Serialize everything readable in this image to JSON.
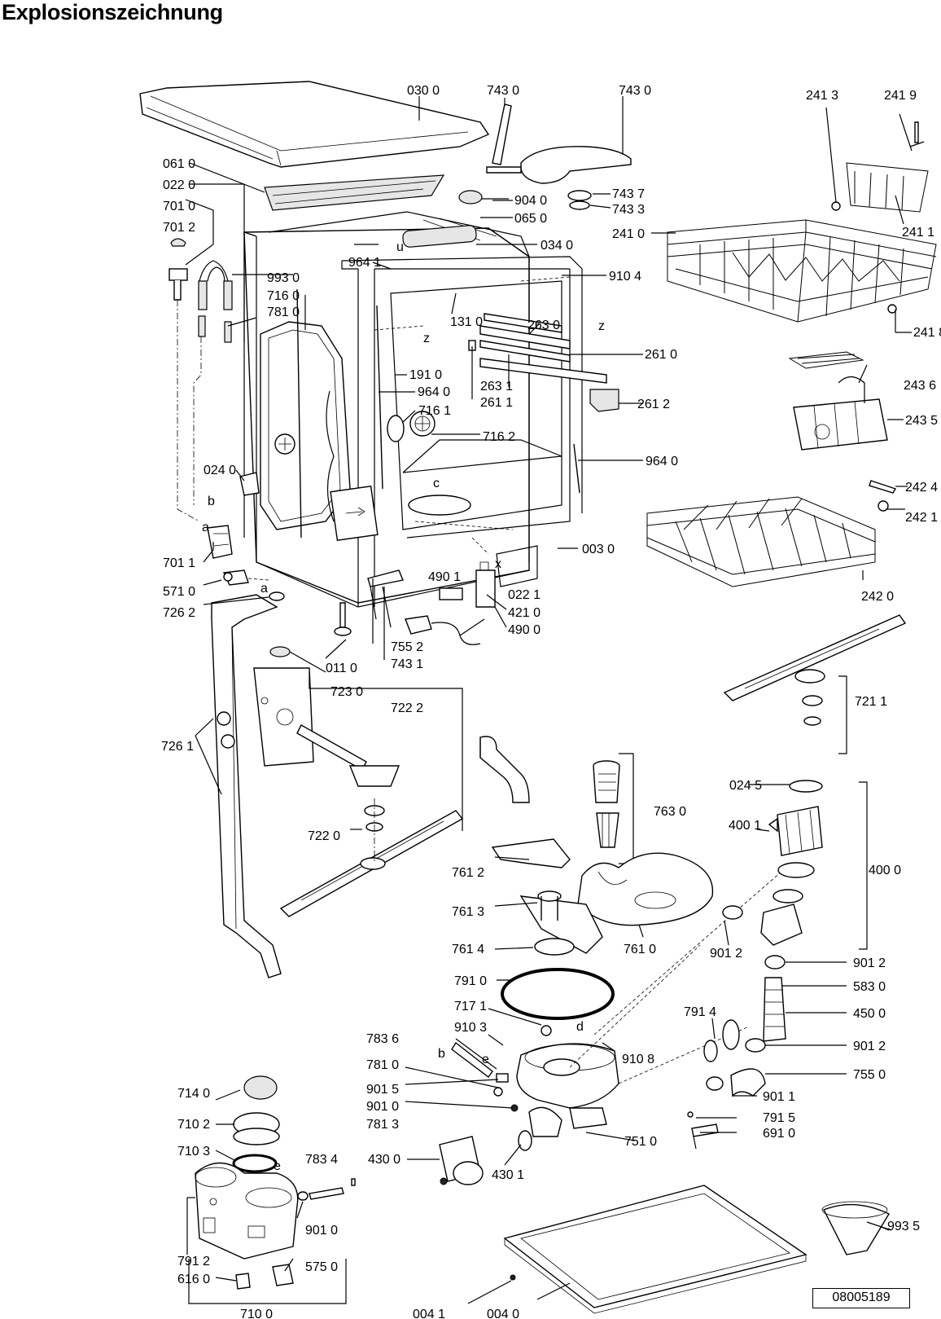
{
  "title": "Explosionszeichnung",
  "doc_number": "08005189",
  "labels": {
    "p0300": "030 0",
    "p7430a": "743 0",
    "p7430b": "743 0",
    "p2413": "241 3",
    "p2419": "241 9",
    "p0610": "061 0",
    "p0220": "022 0",
    "p7010": "701 0",
    "p7012": "701 2",
    "p9040": "904 0",
    "p0650": "065 0",
    "p7437": "743 7",
    "p7433": "743 3",
    "p2410": "241 0",
    "p2411": "241 1",
    "p2418": "241 8",
    "p0340": "034 0",
    "p9641": "964 1",
    "p9104": "910 4",
    "p9930": "993 0",
    "p7160": "716 0",
    "p7810a": "781 0",
    "p1310": "131 0",
    "p2630": "263 0",
    "p2610": "261 0",
    "p1910": "191 0",
    "p9640a": "964 0",
    "p2631": "263 1",
    "p2611": "261 1",
    "p2612": "261 2",
    "p2436": "243 6",
    "p2435": "243 5",
    "p7161": "716 1",
    "p7162": "716 2",
    "p9640b": "964 0",
    "p0240": "024 0",
    "p2424": "242 4",
    "p2421": "242 1",
    "p7011": "701 1",
    "p0030": "003 0",
    "p5710": "571 0",
    "p4901": "490 1",
    "p0221": "022 1",
    "p2420": "242 0",
    "p7262": "726 2",
    "p4210": "421 0",
    "p4900": "490 0",
    "p7552": "755 2",
    "p7431": "743 1",
    "p0110": "011 0",
    "p7230": "723 0",
    "p7222": "722 2",
    "p7211": "721 1",
    "p7261": "726 1",
    "p7630": "763 0",
    "p0245": "024 5",
    "p4001": "400 1",
    "p7220": "722 0",
    "p4000": "400 0",
    "p7612": "761 2",
    "p7613": "761 3",
    "p7614": "761 4",
    "p7610": "761 0",
    "p9012a": "901 2",
    "p9012b": "901 2",
    "p7910": "791 0",
    "p5830": "583 0",
    "p7171": "717 1",
    "p7914": "791 4",
    "p4500": "450 0",
    "p9103": "910 3",
    "p7836": "783 6",
    "p9108": "910 8",
    "p9012c": "901 2",
    "p7810b": "781 0",
    "p7550": "755 0",
    "p9015": "901 5",
    "p9011": "901 1",
    "p9010a": "901 0",
    "p7915": "791 5",
    "p7813": "781 3",
    "p7510": "751 0",
    "p6910": "691 0",
    "p7140": "714 0",
    "p7102": "710 2",
    "p7103": "710 3",
    "p7834": "783 4",
    "p4300": "430 0",
    "p4301": "430 1",
    "p9010b": "901 0",
    "p7912": "791 2",
    "p5750": "575 0",
    "p6160": "616 0",
    "p9935": "993 5",
    "p7100": "710 0",
    "p0041": "004 1",
    "p0040": "004 0"
  },
  "letters": {
    "u": "u",
    "z1": "z",
    "z2": "z",
    "c": "c",
    "x": "x",
    "b1": "b",
    "a1": "a",
    "a2": "a",
    "d": "d",
    "b2": "b",
    "e1": "e",
    "e2": "e"
  }
}
